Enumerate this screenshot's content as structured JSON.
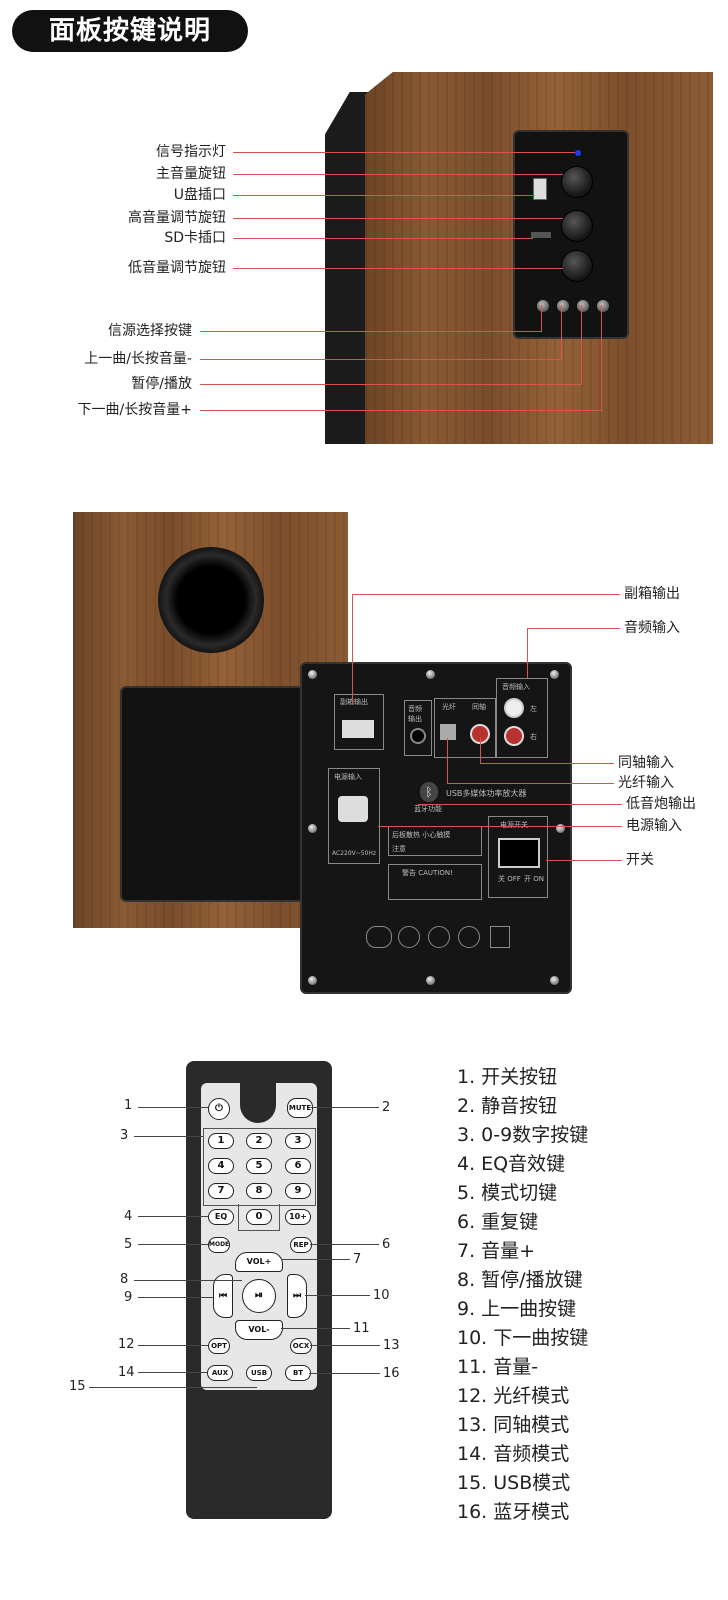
{
  "title": "面板按键说明",
  "section1": {
    "labels": [
      "信号指示灯",
      "主音量旋钮",
      "U盘插口",
      "高音量调节旋钮",
      "SD卡插口",
      "低音量调节旋钮",
      "信源选择按键",
      "上一曲/长按音量-",
      "暂停/播放",
      "下一曲/长按音量+"
    ]
  },
  "section2": {
    "labels_top": [
      "副箱输出",
      "音频输入"
    ],
    "labels_right": [
      "同轴输入",
      "光纤输入",
      "低音炮输出",
      "电源输入",
      "开关"
    ],
    "panel": {
      "sub_out": "副箱输出",
      "power_in": "电源输入",
      "audio_in": "音频输入",
      "bass_out_top": "音频",
      "bass_out_bottom": "输出",
      "fiber": "光纤",
      "coax": "同轴",
      "l": "左",
      "r": "右",
      "amp_title": "USB多媒体功率放大器",
      "bt_text": "蓝牙功能",
      "warn_hot": "后板散热  小心触摸",
      "note": "注意",
      "caution": "警告 CAUTION!",
      "voltage": "AC220V~50Hz",
      "switch_label": "电源开关",
      "off": "关\nOFF",
      "on": "开\nON"
    }
  },
  "remote": {
    "buttons": {
      "mute": "MUTE",
      "n1": "1",
      "n2": "2",
      "n3": "3",
      "n4": "4",
      "n5": "5",
      "n6": "6",
      "n7": "7",
      "n8": "8",
      "n9": "9",
      "n0": "0",
      "eq": "EQ",
      "ten": "10+",
      "mode": "MODE",
      "rep": "REP",
      "volp": "VOL+",
      "volm": "VOL-",
      "opt": "OPT",
      "ocx": "OCX",
      "aux": "AUX",
      "usb": "USB",
      "bt": "BT"
    },
    "callouts": [
      "1",
      "2",
      "3",
      "4",
      "5",
      "6",
      "7",
      "8",
      "9",
      "10",
      "11",
      "12",
      "13",
      "14",
      "15",
      "16"
    ],
    "legend": [
      "1. 开关按钮",
      "2. 静音按钮",
      "3. 0-9数字按键",
      "4. EQ音效键",
      "5. 模式切键",
      "6. 重复键",
      "7. 音量+",
      "8. 暂停/播放键",
      "9. 上一曲按键",
      "10. 下一曲按键",
      "11. 音量-",
      "12. 光纤模式",
      "13. 同轴模式",
      "14. 音频模式",
      "15. USB模式",
      "16. 蓝牙模式"
    ]
  },
  "colors": {
    "line": "#d9534f",
    "led": "#1a3cff",
    "pill": "#111111"
  }
}
